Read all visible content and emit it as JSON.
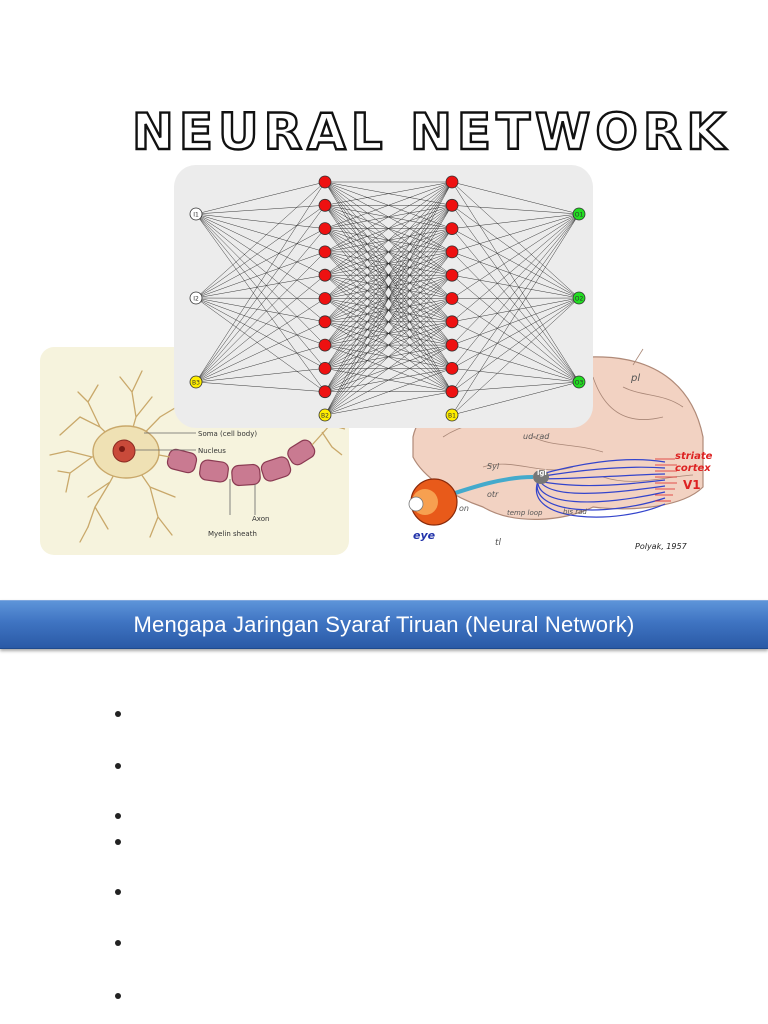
{
  "title": "NEURAL NETWORK",
  "banner": {
    "label": "Mengapa Jaringan Syaraf Tiruan (Neural Network)"
  },
  "neuron_figure": {
    "labels": {
      "soma": "Soma (cell body)",
      "nucleus": "Nucleus",
      "axon": "Axon",
      "myelin": "Myelin sheath"
    }
  },
  "brain_figure": {
    "labels": {
      "pl": "pl",
      "striate": "striate",
      "cortex": "cortex",
      "v1": "V1",
      "eye": "eye",
      "credit": "Polyak, 1957",
      "lgn": "lgl",
      "on": "on",
      "tl": "tl",
      "syle": "Syl",
      "dtr": "otr",
      "loop": "temp loop",
      "ud": "ud-rad",
      "bis": "bis rad"
    }
  },
  "network": {
    "inputs": [
      "I1",
      "I2",
      "B3"
    ],
    "hidden1_count": 10,
    "hidden1_bias": "B2",
    "hidden2_count": 10,
    "hidden2_bias": "B1",
    "outputs": [
      "O1",
      "O2",
      "O3"
    ]
  },
  "bullet_count": 7,
  "colors": {
    "banner": "#3f74c2",
    "hidden": "#ee1111",
    "output": "#22dd22",
    "bias": "#ffee00",
    "input": "#ffffff",
    "brain": "#f2d2c2",
    "neuron_bg": "#f6f3dd",
    "neuron": "#efe1b4",
    "myelin": "#c97a91"
  }
}
